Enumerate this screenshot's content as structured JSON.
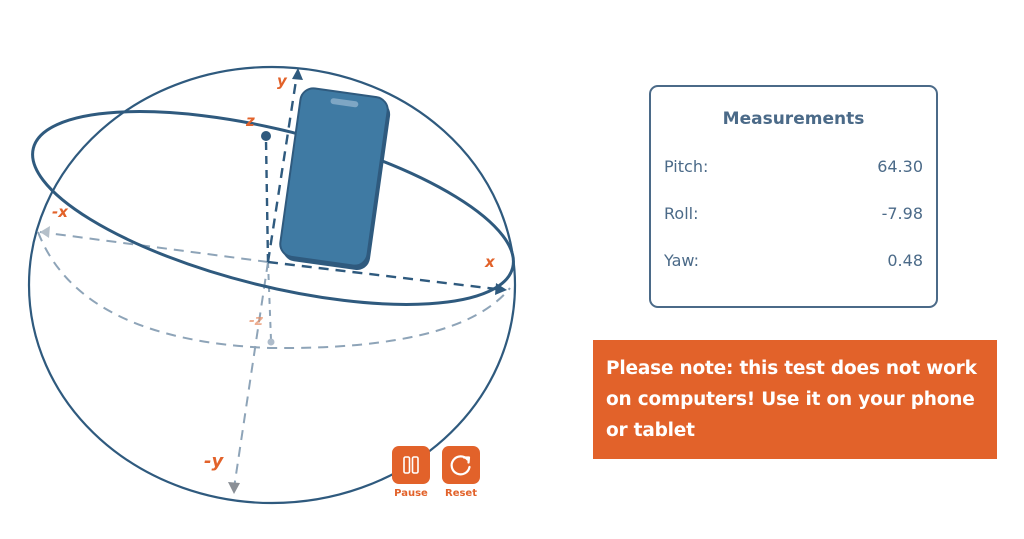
{
  "visualization": {
    "axis_labels": {
      "y": "y",
      "neg_y": "-y",
      "x": "x",
      "neg_x": "-x",
      "z": "z",
      "neg_z": "-z"
    },
    "device_icon": "smartphone-icon",
    "colors": {
      "sphere": "#2f5a7e",
      "axis_dash": "#8ea4b8",
      "phone": "#3f7aa3",
      "accent": "#e2622a"
    }
  },
  "controls": {
    "pause": {
      "label": "Pause",
      "icon": "pause-icon"
    },
    "reset": {
      "label": "Reset",
      "icon": "reset-icon"
    }
  },
  "measurements": {
    "title": "Measurements",
    "rows": [
      {
        "label": "Pitch:",
        "value": "64.30"
      },
      {
        "label": "Roll:",
        "value": "-7.98"
      },
      {
        "label": "Yaw:",
        "value": "0.48"
      }
    ]
  },
  "notice": {
    "text": "Please note: this test does not work on computers! Use it on your phone or tablet"
  }
}
